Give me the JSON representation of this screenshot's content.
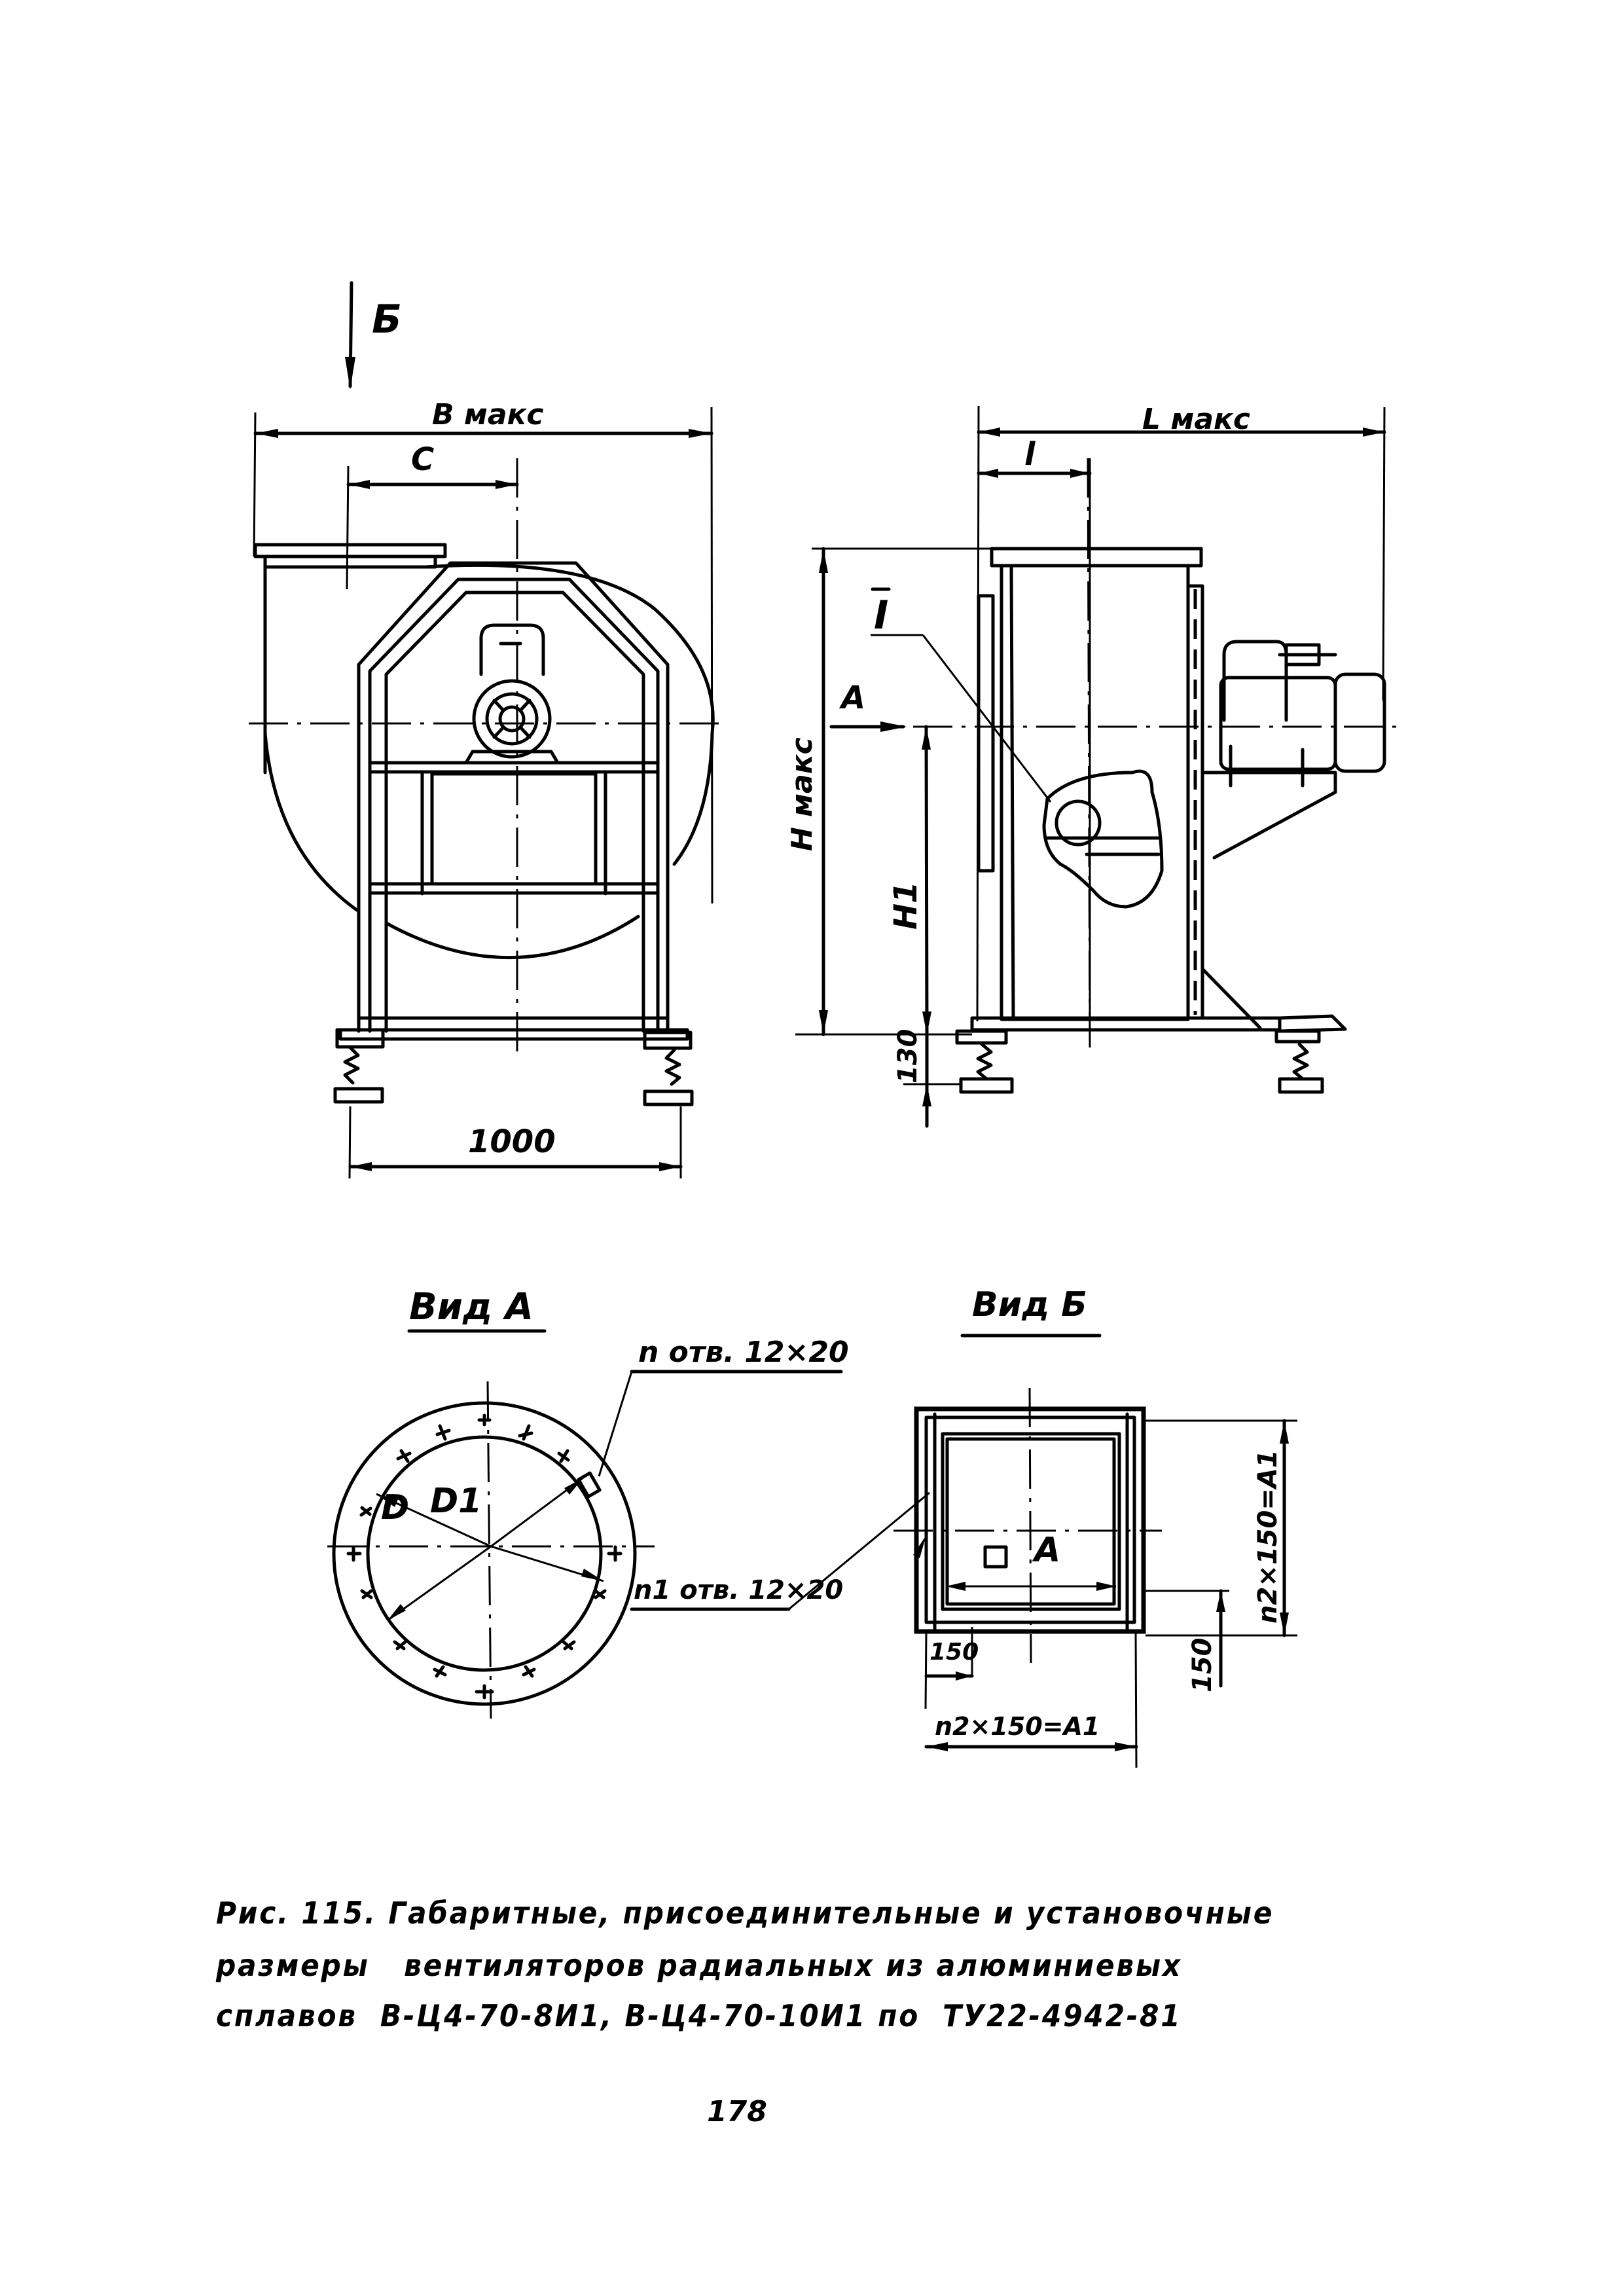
{
  "figure": {
    "view_arrow_label": "Б",
    "front_view": {
      "dim_B_max": "B макс",
      "dim_C": "C",
      "dim_base": "1000"
    },
    "side_view": {
      "dim_L_max": "L макс",
      "dim_l": "l",
      "dim_H_max": "H макс",
      "dim_H1": "H1",
      "dim_130": "130",
      "detail_callout": "I",
      "view_A_arrow_label": "A"
    },
    "view_A": {
      "title": "Вид А",
      "label_D": "D",
      "label_D1": "D1",
      "holes_note": "n отв. 12×20",
      "holes_note_n1": "n1 отв. 12×20"
    },
    "view_B": {
      "title": "Вид Б",
      "label_A": "A",
      "dim_side_vertical": "n2×150=A1",
      "dim_150_vertical": "150",
      "dim_150_horizontal": "150",
      "dim_bottom_horizontal": "n2×150=A1"
    }
  },
  "caption": {
    "line1": "Рис. 115. Габаритные, присоединительные и установочные",
    "line2": "размеры   вентиляторов радиальных из алюминиевых",
    "line3": "сплавов  В-Ц4-70-8И1, В-Ц4-70-10И1 по  ТУ22-4942-81"
  },
  "page_number": "178"
}
